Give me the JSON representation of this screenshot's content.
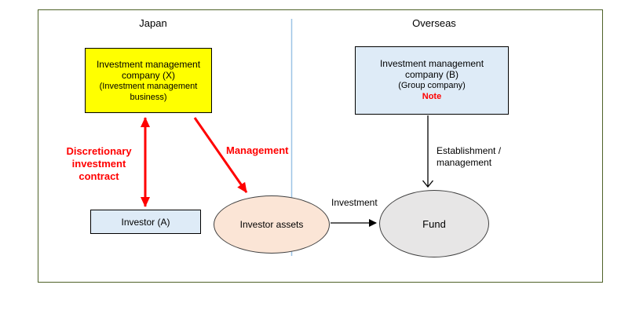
{
  "regions": {
    "japan_label": "Japan",
    "overseas_label": "Overseas"
  },
  "nodes": {
    "company_x": {
      "title": "Investment management\ncompany (X)",
      "subtitle": "(Investment management\nbusiness)"
    },
    "company_b": {
      "title": "Investment management\ncompany (B)",
      "subtitle": "(Group company)",
      "note": "Note"
    },
    "investor_a": {
      "label": "Investor (A)"
    },
    "investor_assets": {
      "label": "Investor assets"
    },
    "fund": {
      "label": "Fund"
    }
  },
  "edges": {
    "discretionary_contract_label": "Discretionary\ninvestment\ncontract",
    "management_label": "Management",
    "establishment_label": "Establishment /\nmanagement",
    "investment_label": "Investment"
  },
  "colors": {
    "frame_border": "#4F6228",
    "region_divider": "#9DC3E6",
    "company_x_fill": "#FFFF00",
    "company_b_fill": "#DEEBF7",
    "investor_a_fill": "#DEEBF7",
    "investor_assets_fill": "#FBE5D6",
    "fund_fill": "#E7E6E6",
    "emphasis_red": "#FF0000",
    "shape_border": "#000000"
  }
}
